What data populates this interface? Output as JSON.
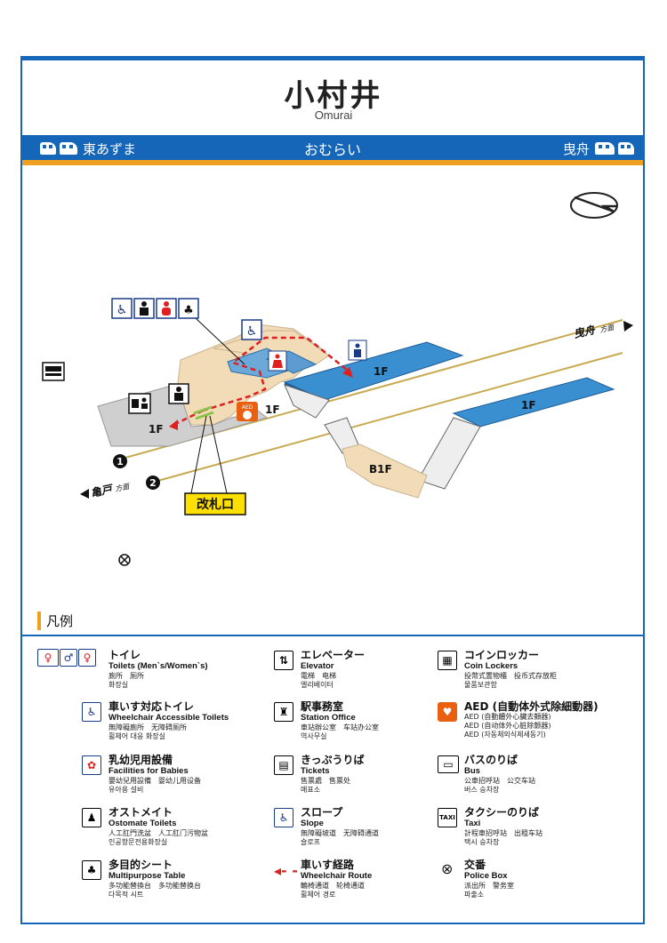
{
  "header": {
    "title": "小村井",
    "subtitle": "Omurai",
    "reading": "おむらい",
    "left_direction": "東あずま",
    "right_direction": "曳舟"
  },
  "map": {
    "direction_hikifune": "曳舟",
    "direction_hikifune_suffix": "方面",
    "direction_kameido": "亀戸",
    "direction_kameido_suffix": "方面",
    "track_1": "1",
    "track_2": "2",
    "floor_1f_a": "1F",
    "floor_1f_b": "1F",
    "floor_1f_c": "1F",
    "floor_1f_d": "1F",
    "floor_b1f": "B1F",
    "ticket_gate": "改札口",
    "aed": "AED"
  },
  "legend": {
    "title": "凡例",
    "items": [
      {
        "icon": "toilet-icon",
        "ja": "トイレ",
        "en": "Toilets (Men`s/Women`s)",
        "zh": "廁所　厕所",
        "ko": "화장실"
      },
      {
        "icon": "wheelchair-toilet-icon",
        "ja": "車いす対応トイレ",
        "en": "Wheelchair Accessible Toilets",
        "zh": "無障礙廁所　无障碍厕所",
        "ko": "휠체어 대응 화장실"
      },
      {
        "icon": "baby-facility-icon",
        "ja": "乳幼児用設備",
        "en": "Facilities for Babies",
        "zh": "嬰幼兒用設備　婴幼儿用设备",
        "ko": "유아용 설비"
      },
      {
        "icon": "ostomate-toilet-icon",
        "ja": "オストメイト",
        "en": "Ostomate Toilets",
        "zh": "人工肛門洗盆　人工肛门污物盆",
        "ko": "인공항문전용화장실"
      },
      {
        "icon": "multipurpose-table-icon",
        "ja": "多目的シート",
        "en": "Multipurpose Table",
        "zh": "多功能替換台　多功能替换台",
        "ko": "다목적 시트"
      },
      {
        "icon": "elevator-icon",
        "ja": "エレベーター",
        "en": "Elevator",
        "zh": "電梯　电梯",
        "ko": "엘리베이터"
      },
      {
        "icon": "station-office-icon",
        "ja": "駅事務室",
        "en": "Station Office",
        "zh": "車站辦公室　车站办公室",
        "ko": "역사무실"
      },
      {
        "icon": "tickets-icon",
        "ja": "きっぷうりば",
        "en": "Tickets",
        "zh": "售票處　售票处",
        "ko": "매표소"
      },
      {
        "icon": "slope-icon",
        "ja": "スロープ",
        "en": "Slope",
        "zh": "無障礙坡道　无障碍通道",
        "ko": "슬로프"
      },
      {
        "icon": "wheelchair-route-icon",
        "ja": "車いす経路",
        "en": "Wheelchair Route",
        "zh": "輪椅通道　轮椅通道",
        "ko": "휠체어 경로"
      },
      {
        "icon": "coin-locker-icon",
        "ja": "コインロッカー",
        "en": "Coin Lockers",
        "zh": "投幣式置物櫃　投币式存放柜",
        "ko": "물품보관함"
      },
      {
        "icon": "aed-icon",
        "ja": "AED (自動体外式除細動器)",
        "en": "AED (自動體外心臟去顫器)",
        "zh": "AED (自动体外心脏除颤器)",
        "ko": "AED (자동체외식제세동기)"
      },
      {
        "icon": "bus-icon",
        "ja": "バスのりば",
        "en": "Bus",
        "zh": "公車招呼站　公交车站",
        "ko": "버스 승차장"
      },
      {
        "icon": "taxi-icon",
        "ja": "タクシーのりば",
        "en": "Taxi",
        "zh": "計程車招呼站　出租车站",
        "ko": "택시 승차장"
      },
      {
        "icon": "police-box-icon",
        "ja": "交番",
        "en": "Police Box",
        "zh": "派出所　警务室",
        "ko": "파출소"
      }
    ]
  },
  "colors": {
    "brand_blue": "#1565b8",
    "accent_orange": "#f0a020",
    "platform_blue": "#3a8fd0",
    "concourse_beige": "#f2dcb8",
    "track_gold": "#c8aa50",
    "route_red": "#e02020",
    "gate_yellow": "#ffe000"
  }
}
